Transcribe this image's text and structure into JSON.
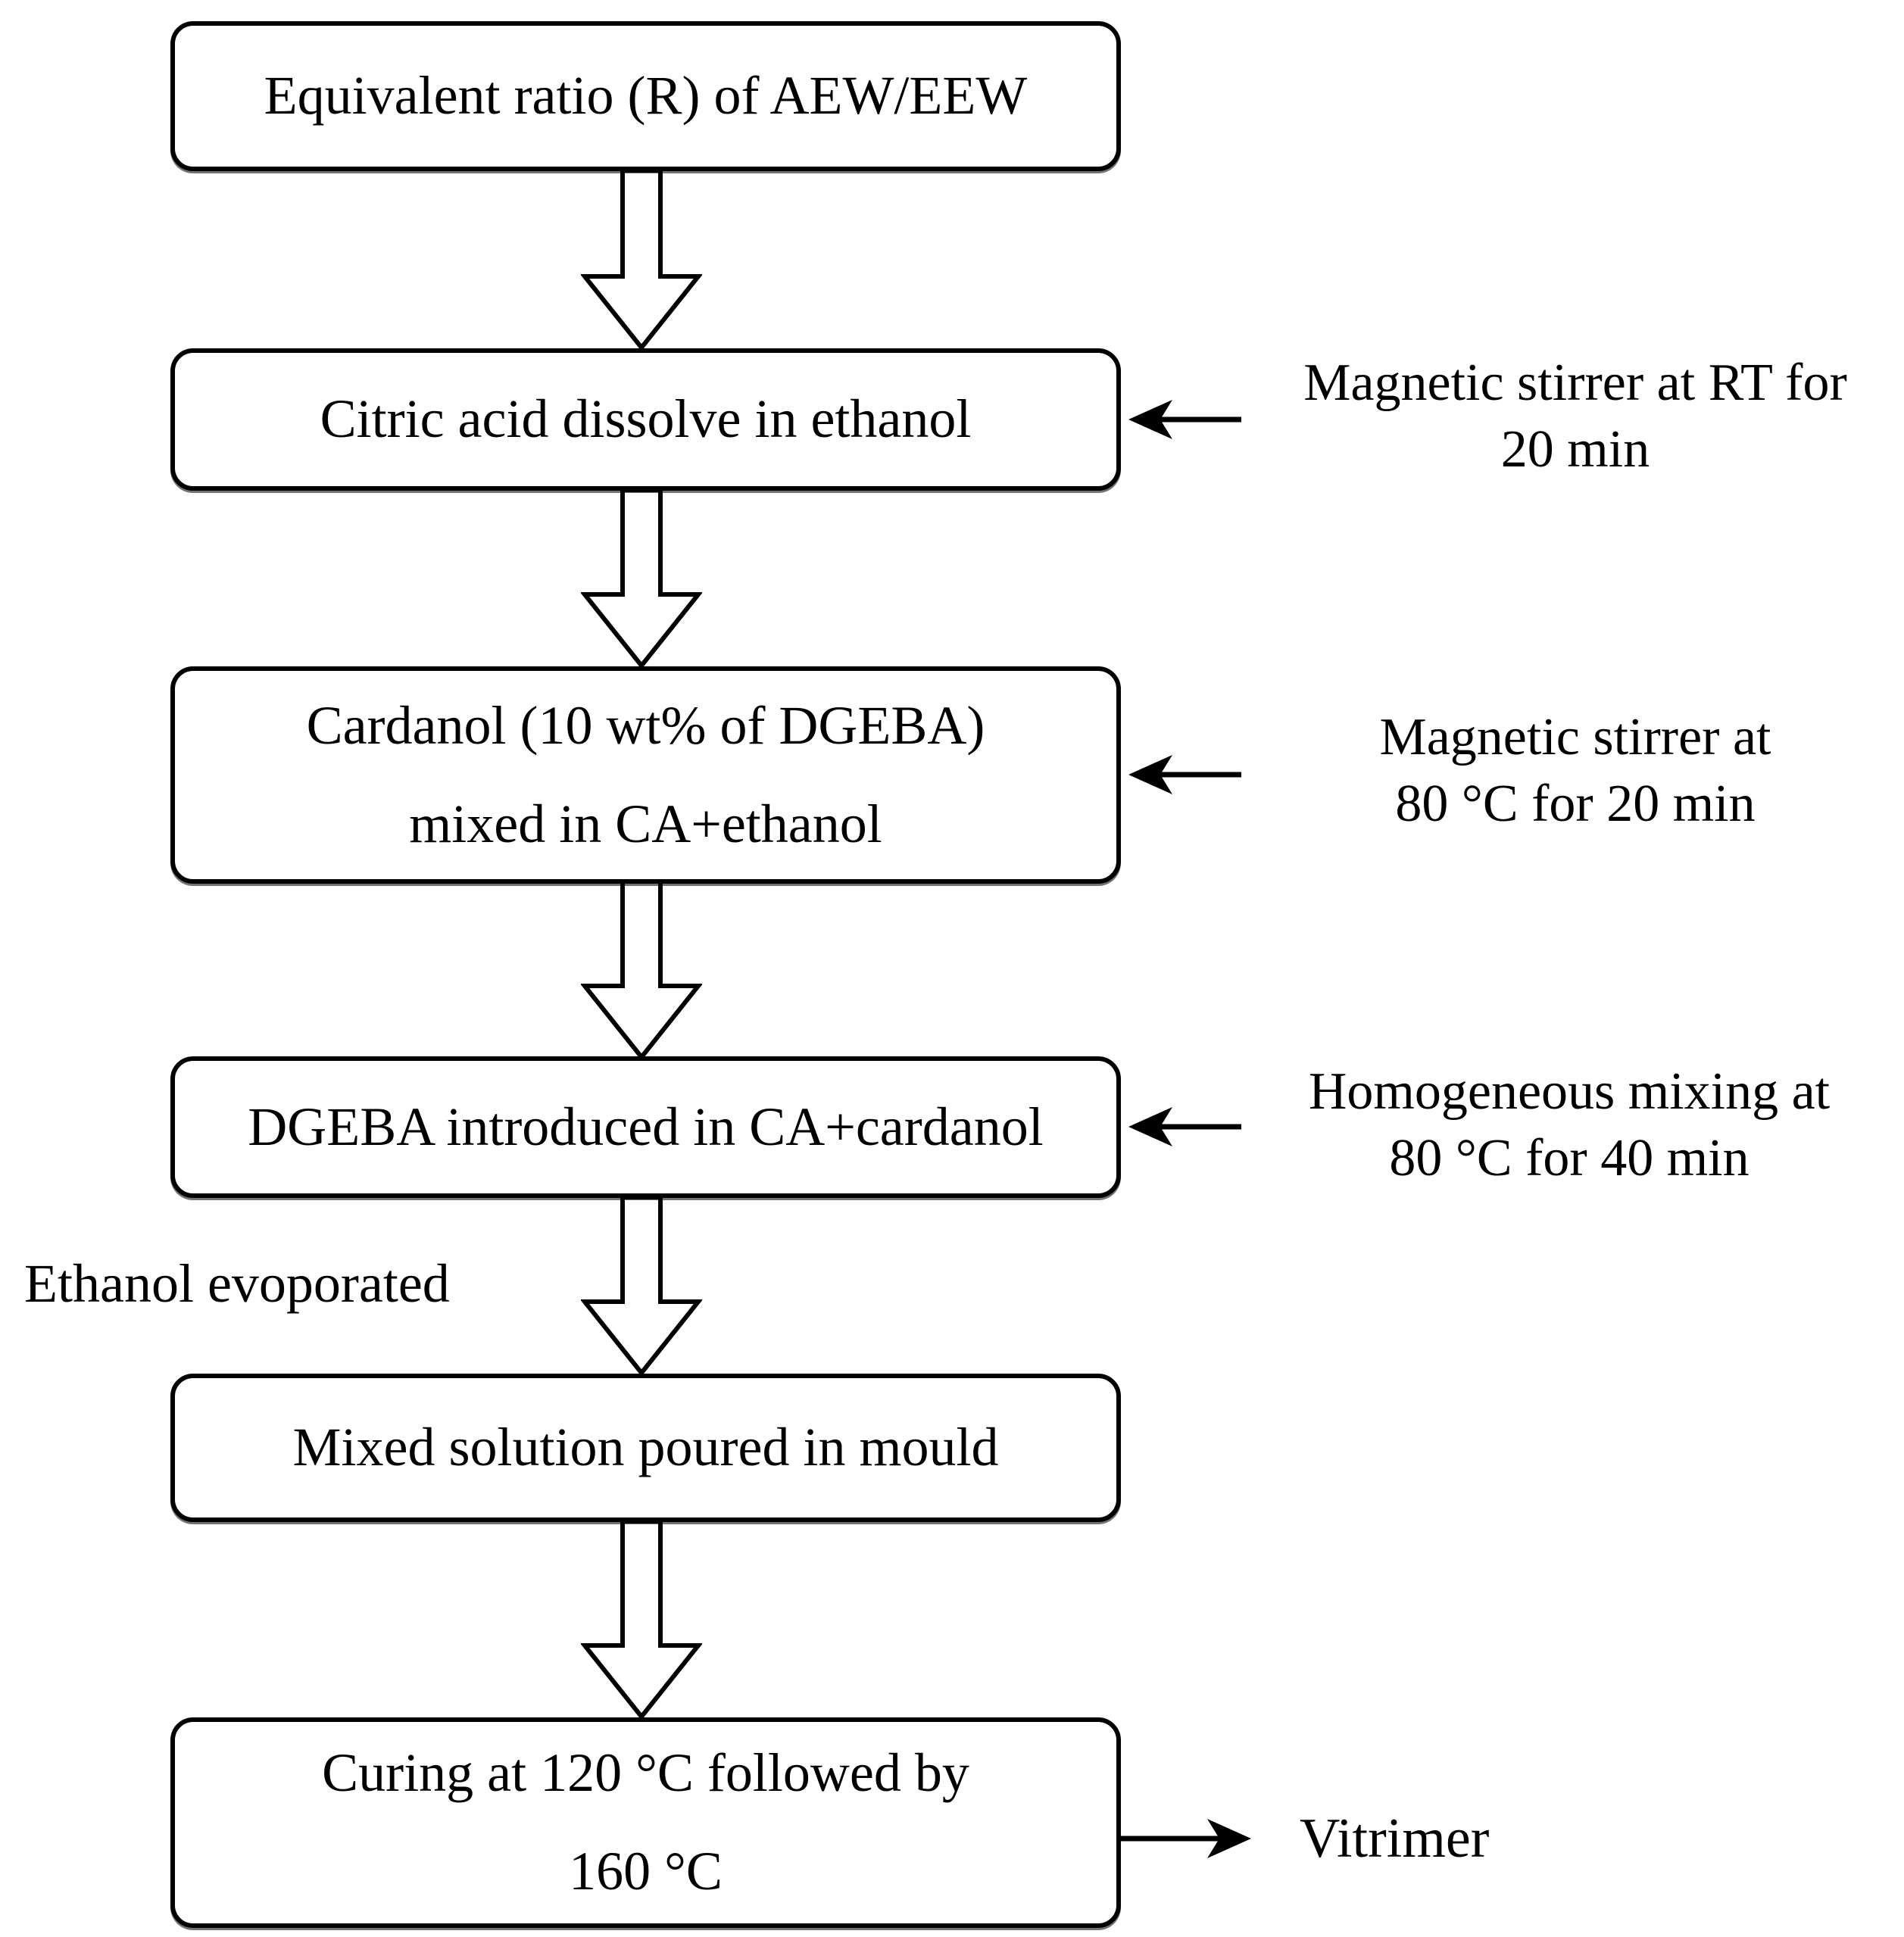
{
  "flow": {
    "boxes": [
      {
        "lines": [
          "Equivalent ratio (R) of AEW/EEW"
        ]
      },
      {
        "lines": [
          "Citric acid dissolve in ethanol"
        ]
      },
      {
        "lines": [
          "Cardanol (10 wt% of DGEBA)",
          "mixed in CA+ethanol"
        ]
      },
      {
        "lines": [
          "DGEBA introduced in CA+cardanol"
        ]
      },
      {
        "lines": [
          "Mixed solution poured in mould"
        ]
      },
      {
        "lines": [
          "Curing at 120 °C followed by",
          "160 °C"
        ]
      }
    ],
    "annotations": [
      {
        "lines": [
          "Magnetic stirrer at RT for",
          "20 min"
        ]
      },
      {
        "lines": [
          "Magnetic stirrer at",
          "80 °C  for 20 min"
        ]
      },
      {
        "lines": [
          "Homogeneous mixing at",
          "80 °C for 40 min"
        ]
      }
    ],
    "evaporation_label": "Ethanol evoporated",
    "output_label": "Vitrimer",
    "colors": {
      "ink": "#000000",
      "background": "#ffffff"
    }
  }
}
